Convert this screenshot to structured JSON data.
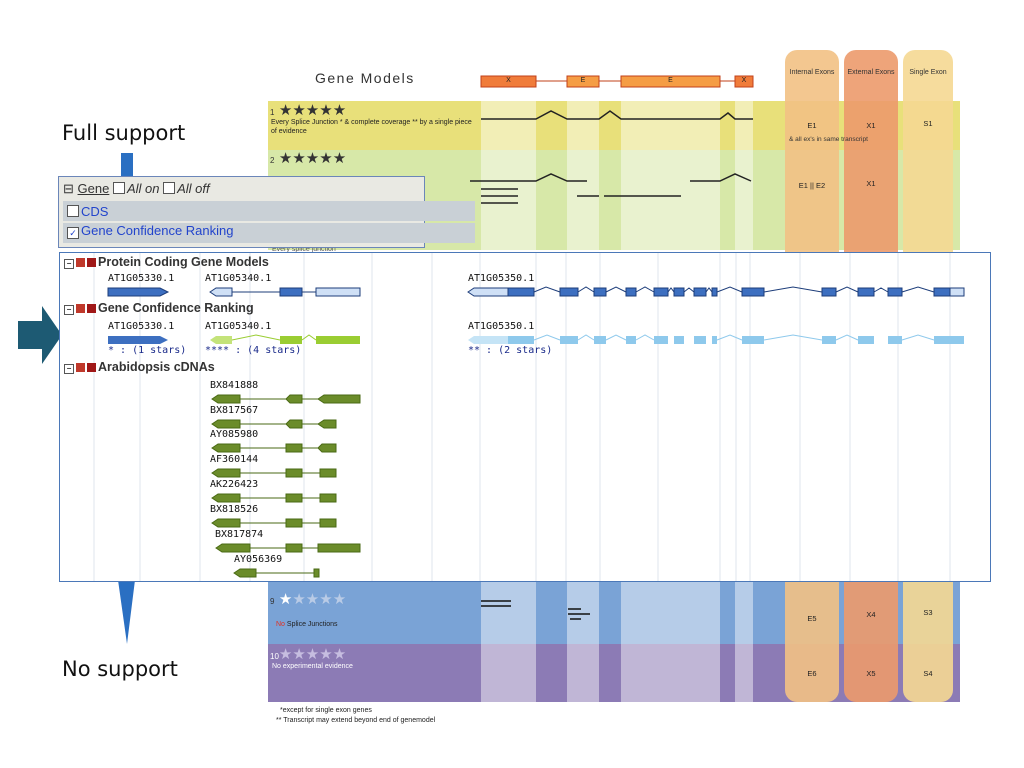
{
  "side_labels": {
    "full": "Full support",
    "none": "No support"
  },
  "header": {
    "title": "Gene Models"
  },
  "exon_bars": [
    "X",
    "E",
    "E",
    "X"
  ],
  "columns": [
    {
      "head": "Internal Exons",
      "color": "#f2c184"
    },
    {
      "head": "External Exons",
      "color": "#ec9a6b"
    },
    {
      "head": "Single Exon",
      "color": "#f5d892"
    }
  ],
  "rows": {
    "r1": {
      "num": "1",
      "stars": "★★★★★",
      "dim": "",
      "desc": "Every Splice Junction * & complete coverage ** by a single piece of evidence",
      "c1": "E1",
      "c2": "X1",
      "c3": "S1",
      "note": "& all ex's in same transcript"
    },
    "r2": {
      "num": "2",
      "stars": "★★★★",
      "dim": "★",
      "c1": "E1 || E2",
      "c2": "X1"
    },
    "r2b": {
      "partial": "Every splice junction"
    },
    "r9": {
      "num": "9",
      "stars": "★",
      "dim": "★★★★",
      "desc_no": "No",
      "desc_rest": " Splice Junctions",
      "c1": "E5",
      "c2": "X4",
      "c3": "S3"
    },
    "r10": {
      "num": "10",
      "stars": "",
      "dim": "★★★★★",
      "desc": "No experimental evidence",
      "c1": "E6",
      "c2": "X5",
      "c3": "S4"
    }
  },
  "footnotes": [
    "*except for single exon genes",
    "** Transcript may extend beyond end of genemodel"
  ],
  "gene_panel": {
    "toggle": "⊟",
    "title": "Gene",
    "all_on": "All on",
    "all_off": "All off",
    "items": [
      {
        "label": "CDS",
        "checked": false
      },
      {
        "label": "Gene Confidence Ranking",
        "checked": true
      }
    ]
  },
  "tracks": {
    "protein": {
      "title": "Protein Coding Gene Models",
      "genes": [
        "AT1G05330.1",
        "AT1G05340.1",
        "AT1G05350.1"
      ]
    },
    "confidence": {
      "title": "Gene Confidence Ranking",
      "genes": [
        "AT1G05330.1",
        "AT1G05340.1",
        "AT1G05350.1"
      ],
      "ratings": [
        "* : (1 stars)",
        "**** : (4 stars)",
        "** : (2 stars)"
      ]
    },
    "cdna": {
      "title": "Arabidopsis cDNAs",
      "clones": [
        "BX841888",
        "BX817567",
        "AY085980",
        "AF360144",
        "AK226423",
        "BX818526",
        "BX817874",
        "AY056369"
      ]
    }
  }
}
